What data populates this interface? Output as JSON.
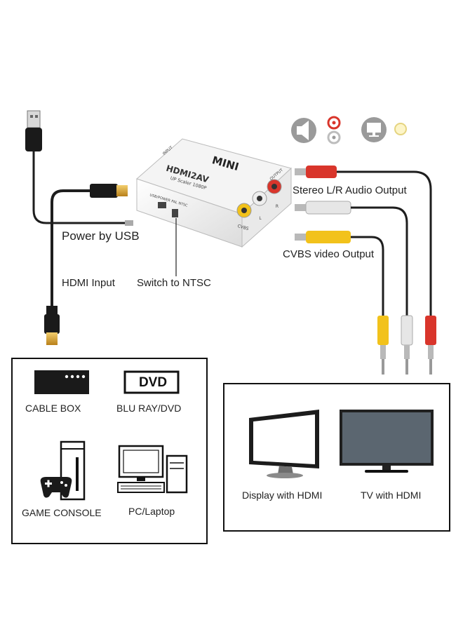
{
  "converter": {
    "brand": "MINI",
    "model": "HDMI2AV",
    "subtitle": "UP Scaler 1080P",
    "input_port_label": "INPUT",
    "output_port_label": "OUTPUT",
    "switch_label": "USB/POWER PAL NTSC",
    "cvbs_port_label": "CVBS",
    "l_port_label": "L",
    "r_port_label": "R"
  },
  "callouts": {
    "power": "Power by USB",
    "hdmi_input": "HDMI Input",
    "switch": "Switch to NTSC",
    "audio_output": "Stereo L/R Audio Output",
    "video_output": "CVBS video Output"
  },
  "sources": {
    "items": [
      {
        "label": "CABLE BOX",
        "icon": "cable-box-icon"
      },
      {
        "label": "BLU RAY/DVD",
        "icon": "dvd-player-icon",
        "badge": "DVD"
      },
      {
        "label": "GAME CONSOLE",
        "icon": "game-console-icon"
      },
      {
        "label": "PC/Laptop",
        "icon": "pc-icon"
      }
    ]
  },
  "displays": {
    "items": [
      {
        "label": "Display with HDMI",
        "icon": "monitor-icon"
      },
      {
        "label": "TV with HDMI",
        "icon": "tv-icon"
      }
    ]
  },
  "colors": {
    "audio_red": "#d9352b",
    "audio_white": "#e6e6e6",
    "video_yellow": "#f2c21b",
    "hdmi_gold": "#e0a82e",
    "cable": "#1e1e1e"
  }
}
